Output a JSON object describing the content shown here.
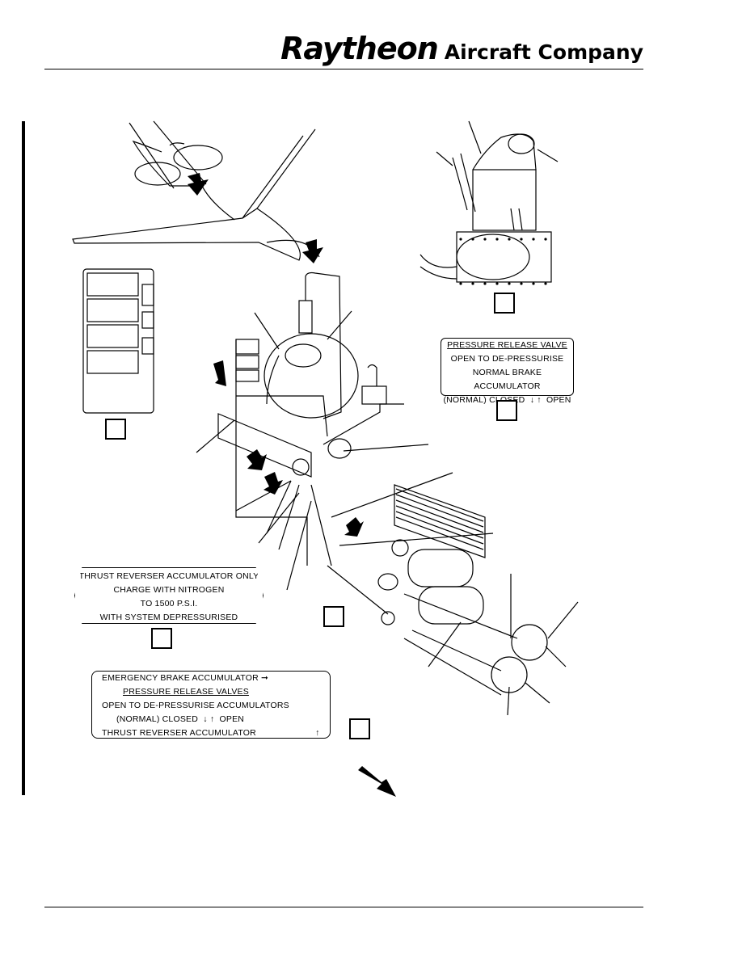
{
  "header": {
    "brand": "Raytheon",
    "division": "Aircraft Company"
  },
  "placards": {
    "normal_brake": {
      "title": "PRESSURE RELEASE VALVE",
      "line1": "OPEN TO DE-PRESSURISE",
      "line2": "NORMAL BRAKE ACCUMULATOR",
      "closed": "(NORMAL) CLOSED",
      "open": "OPEN"
    },
    "thrust_reverser": {
      "line1": "THRUST REVERSER ACCUMULATOR ONLY",
      "line2": "CHARGE WITH NITROGEN",
      "line3": "TO 1500 P.S.I.",
      "line4": "WITH SYSTEM DEPRESSURISED"
    },
    "emergency": {
      "line1": "EMERGENCY BRAKE ACCUMULATOR",
      "title": "PRESSURE RELEASE VALVES",
      "line2": "OPEN TO DE-PRESSURISE ACCUMULATORS",
      "closed": "(NORMAL) CLOSED",
      "open": "OPEN",
      "line3": "THRUST REVERSER ACCUMULATOR"
    }
  },
  "icons": [
    "direction-arrow-icon",
    "view-box-icon"
  ]
}
